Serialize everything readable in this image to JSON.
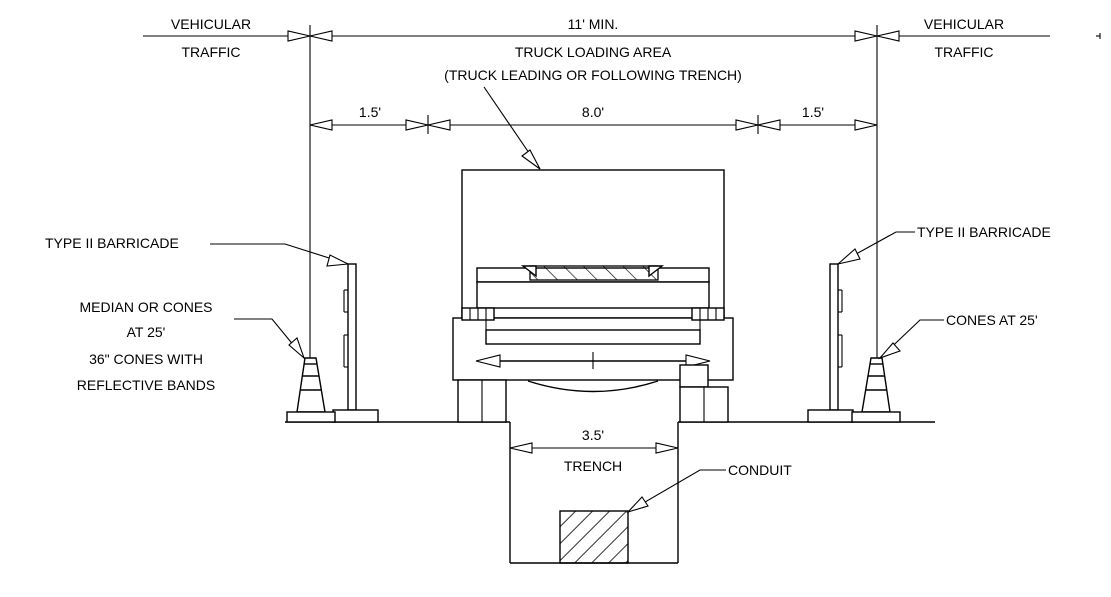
{
  "labels": {
    "vehicular_traffic_left_1": "VEHICULAR",
    "vehicular_traffic_left_2": "TRAFFIC",
    "vehicular_traffic_right_1": "VEHICULAR",
    "vehicular_traffic_right_2": "TRAFFIC",
    "min_width": "11' MIN.",
    "truck_loading_area": "TRUCK LOADING AREA",
    "truck_position_note": "(TRUCK LEADING OR FOLLOWING TRENCH)",
    "dim_left_clearance": "1.5'",
    "dim_truck_width": "8.0'",
    "dim_right_clearance": "1.5'",
    "barricade_left": "TYPE II BARRICADE",
    "barricade_right": "TYPE II BARRICADE",
    "median_line_1": "MEDIAN OR CONES",
    "median_line_2": "AT 25'",
    "median_line_3": "36\" CONES WITH",
    "median_line_4": "REFLECTIVE BANDS",
    "cones_right": "CONES AT 25'",
    "dim_trench_width": "3.5'",
    "trench": "TRENCH",
    "conduit": "CONDUIT"
  }
}
